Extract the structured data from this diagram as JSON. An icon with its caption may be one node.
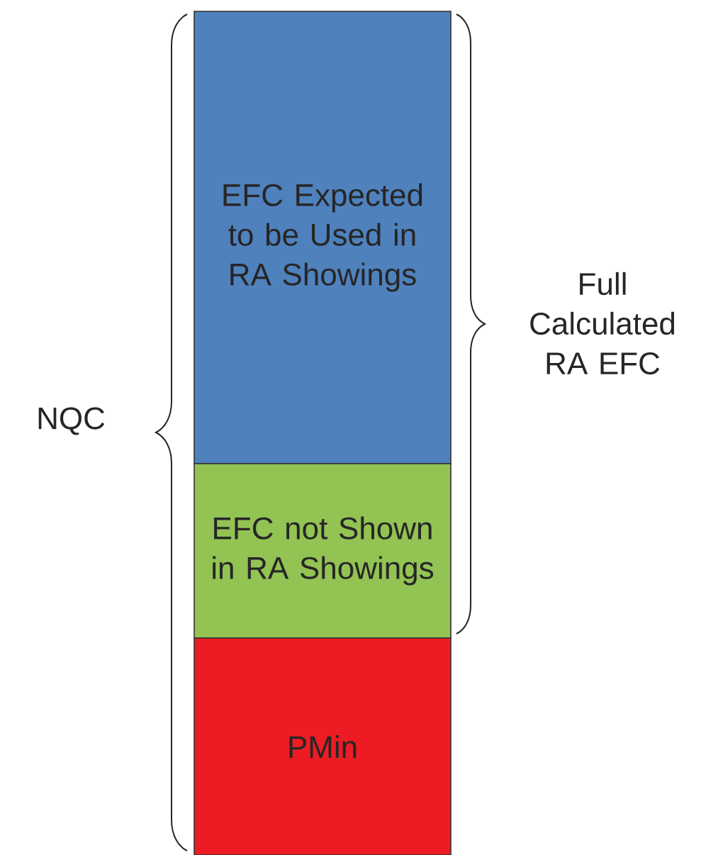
{
  "diagram": {
    "nodes": [
      {
        "text": [
          "EFC Expected to be Used in RA Showings"
        ]
      },
      {
        "text": [
          "EFC not Shown in RA Showings"
        ]
      },
      {
        "text": [
          "PMin"
        ]
      }
    ],
    "labels": [
      "NQC",
      "Full Calculated RA EFC"
    ]
  }
}
